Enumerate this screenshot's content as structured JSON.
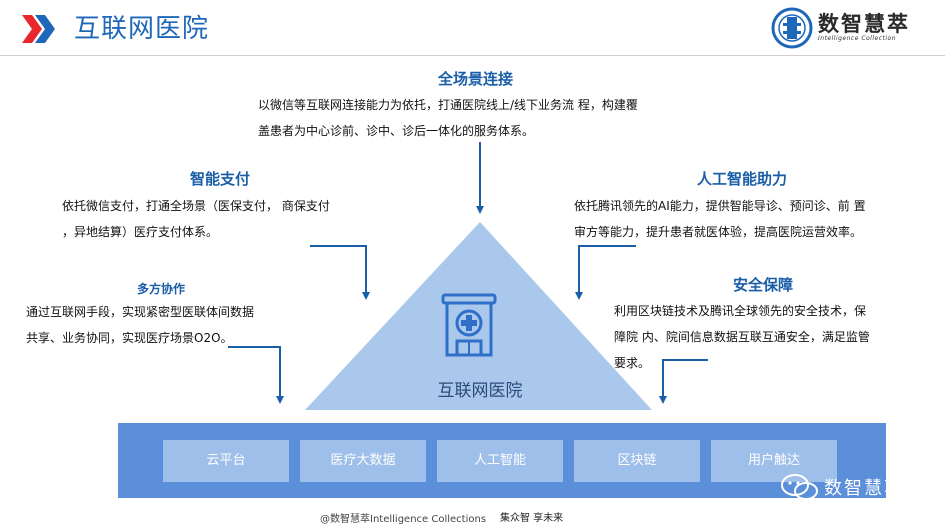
{
  "header": {
    "title": "互联网医院",
    "brand_name": "数智慧萃",
    "brand_sub": "Intelligence Collection"
  },
  "top": {
    "title": "全场景连接",
    "lines": [
      "以微信等互联网连接能力为依托，打通医院线上/线下业务流 程，构建覆",
      "盖患者为中心诊前、诊中、诊后一体化的服务体系。"
    ]
  },
  "left_upper": {
    "title": "智能支付",
    "lines": [
      "依托微信支付，打通全场景（医保支付， 商保支付",
      "，异地结算）医疗支付体系。"
    ]
  },
  "left_lower": {
    "title": "多方协作",
    "lines": [
      "通过互联网手段，实现紧密型医联体间数据",
      "共享、业务协同，实现医疗场景O2O。"
    ]
  },
  "right_upper": {
    "title": "人工智能助力",
    "lines": [
      "依托腾讯领先的AI能力，提供智能导诊、预问诊、前 置",
      "审方等能力，提升患者就医体验，提高医院运营效率。"
    ]
  },
  "right_lower": {
    "title": "安全保障",
    "lines": [
      "利用区块链技术及腾讯全球领先的安全技术，保",
      "障院 内、院间信息数据互联互通安全，满足监管",
      "要求。"
    ]
  },
  "center": {
    "label": "互联网医院",
    "icon": "hospital-icon"
  },
  "foundation": [
    "云平台",
    "医疗大数据",
    "人工智能",
    "区块链",
    "用户触达"
  ],
  "watermark": {
    "name": "数智慧萃",
    "icon": "wechat-icon"
  },
  "footer": {
    "credit": "@数智慧萃Intelligence Collections",
    "slogan": "集众智 享未来"
  },
  "colors": {
    "accent": "#1a5ea8",
    "triangle": "#a9c8ec",
    "band": "#5b8fd9",
    "pill": "#9dbfea"
  }
}
